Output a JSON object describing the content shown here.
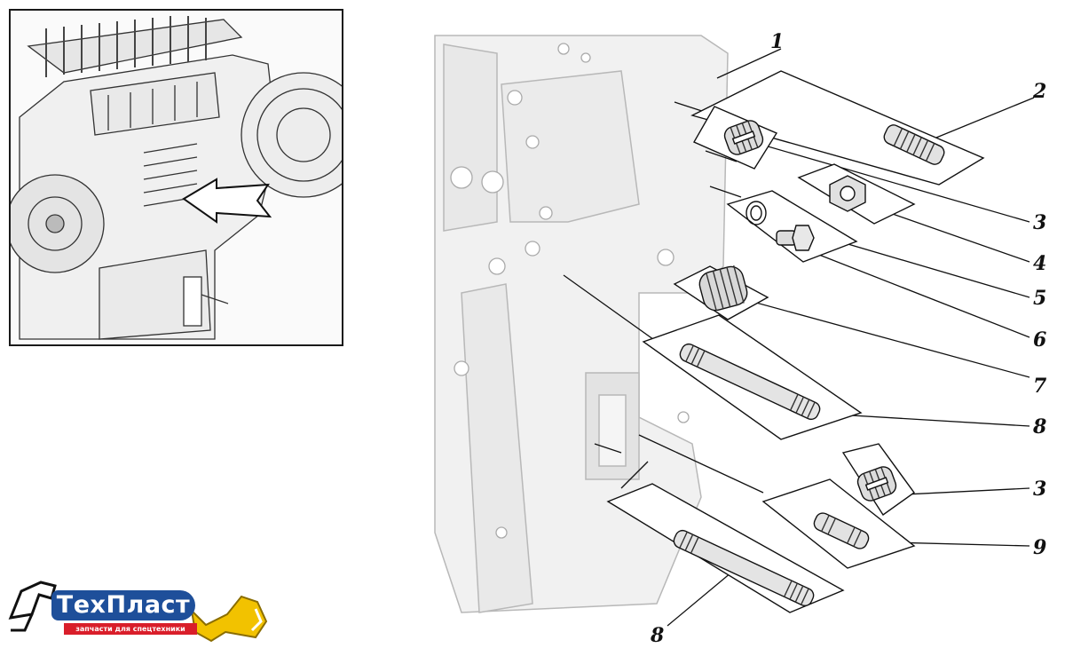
{
  "callouts": [
    {
      "id": "1",
      "label": "1"
    },
    {
      "id": "2",
      "label": "2"
    },
    {
      "id": "3a",
      "label": "3"
    },
    {
      "id": "4",
      "label": "4"
    },
    {
      "id": "5",
      "label": "5"
    },
    {
      "id": "6",
      "label": "6"
    },
    {
      "id": "7",
      "label": "7"
    },
    {
      "id": "8a",
      "label": "8"
    },
    {
      "id": "3b",
      "label": "3"
    },
    {
      "id": "9",
      "label": "9"
    },
    {
      "id": "8b",
      "label": "8"
    }
  ],
  "logo": {
    "brand": "ТехПласт",
    "tagline": "запчасти для спецтехники",
    "colors": {
      "blue": "#1e4f9a",
      "yellow": "#f2c200",
      "red": "#d91e2a"
    }
  },
  "icons": {
    "inset": "engine-overview-illustration",
    "main": "cylinder-block-side-view",
    "pointer": "arrow-pointer-icon"
  }
}
